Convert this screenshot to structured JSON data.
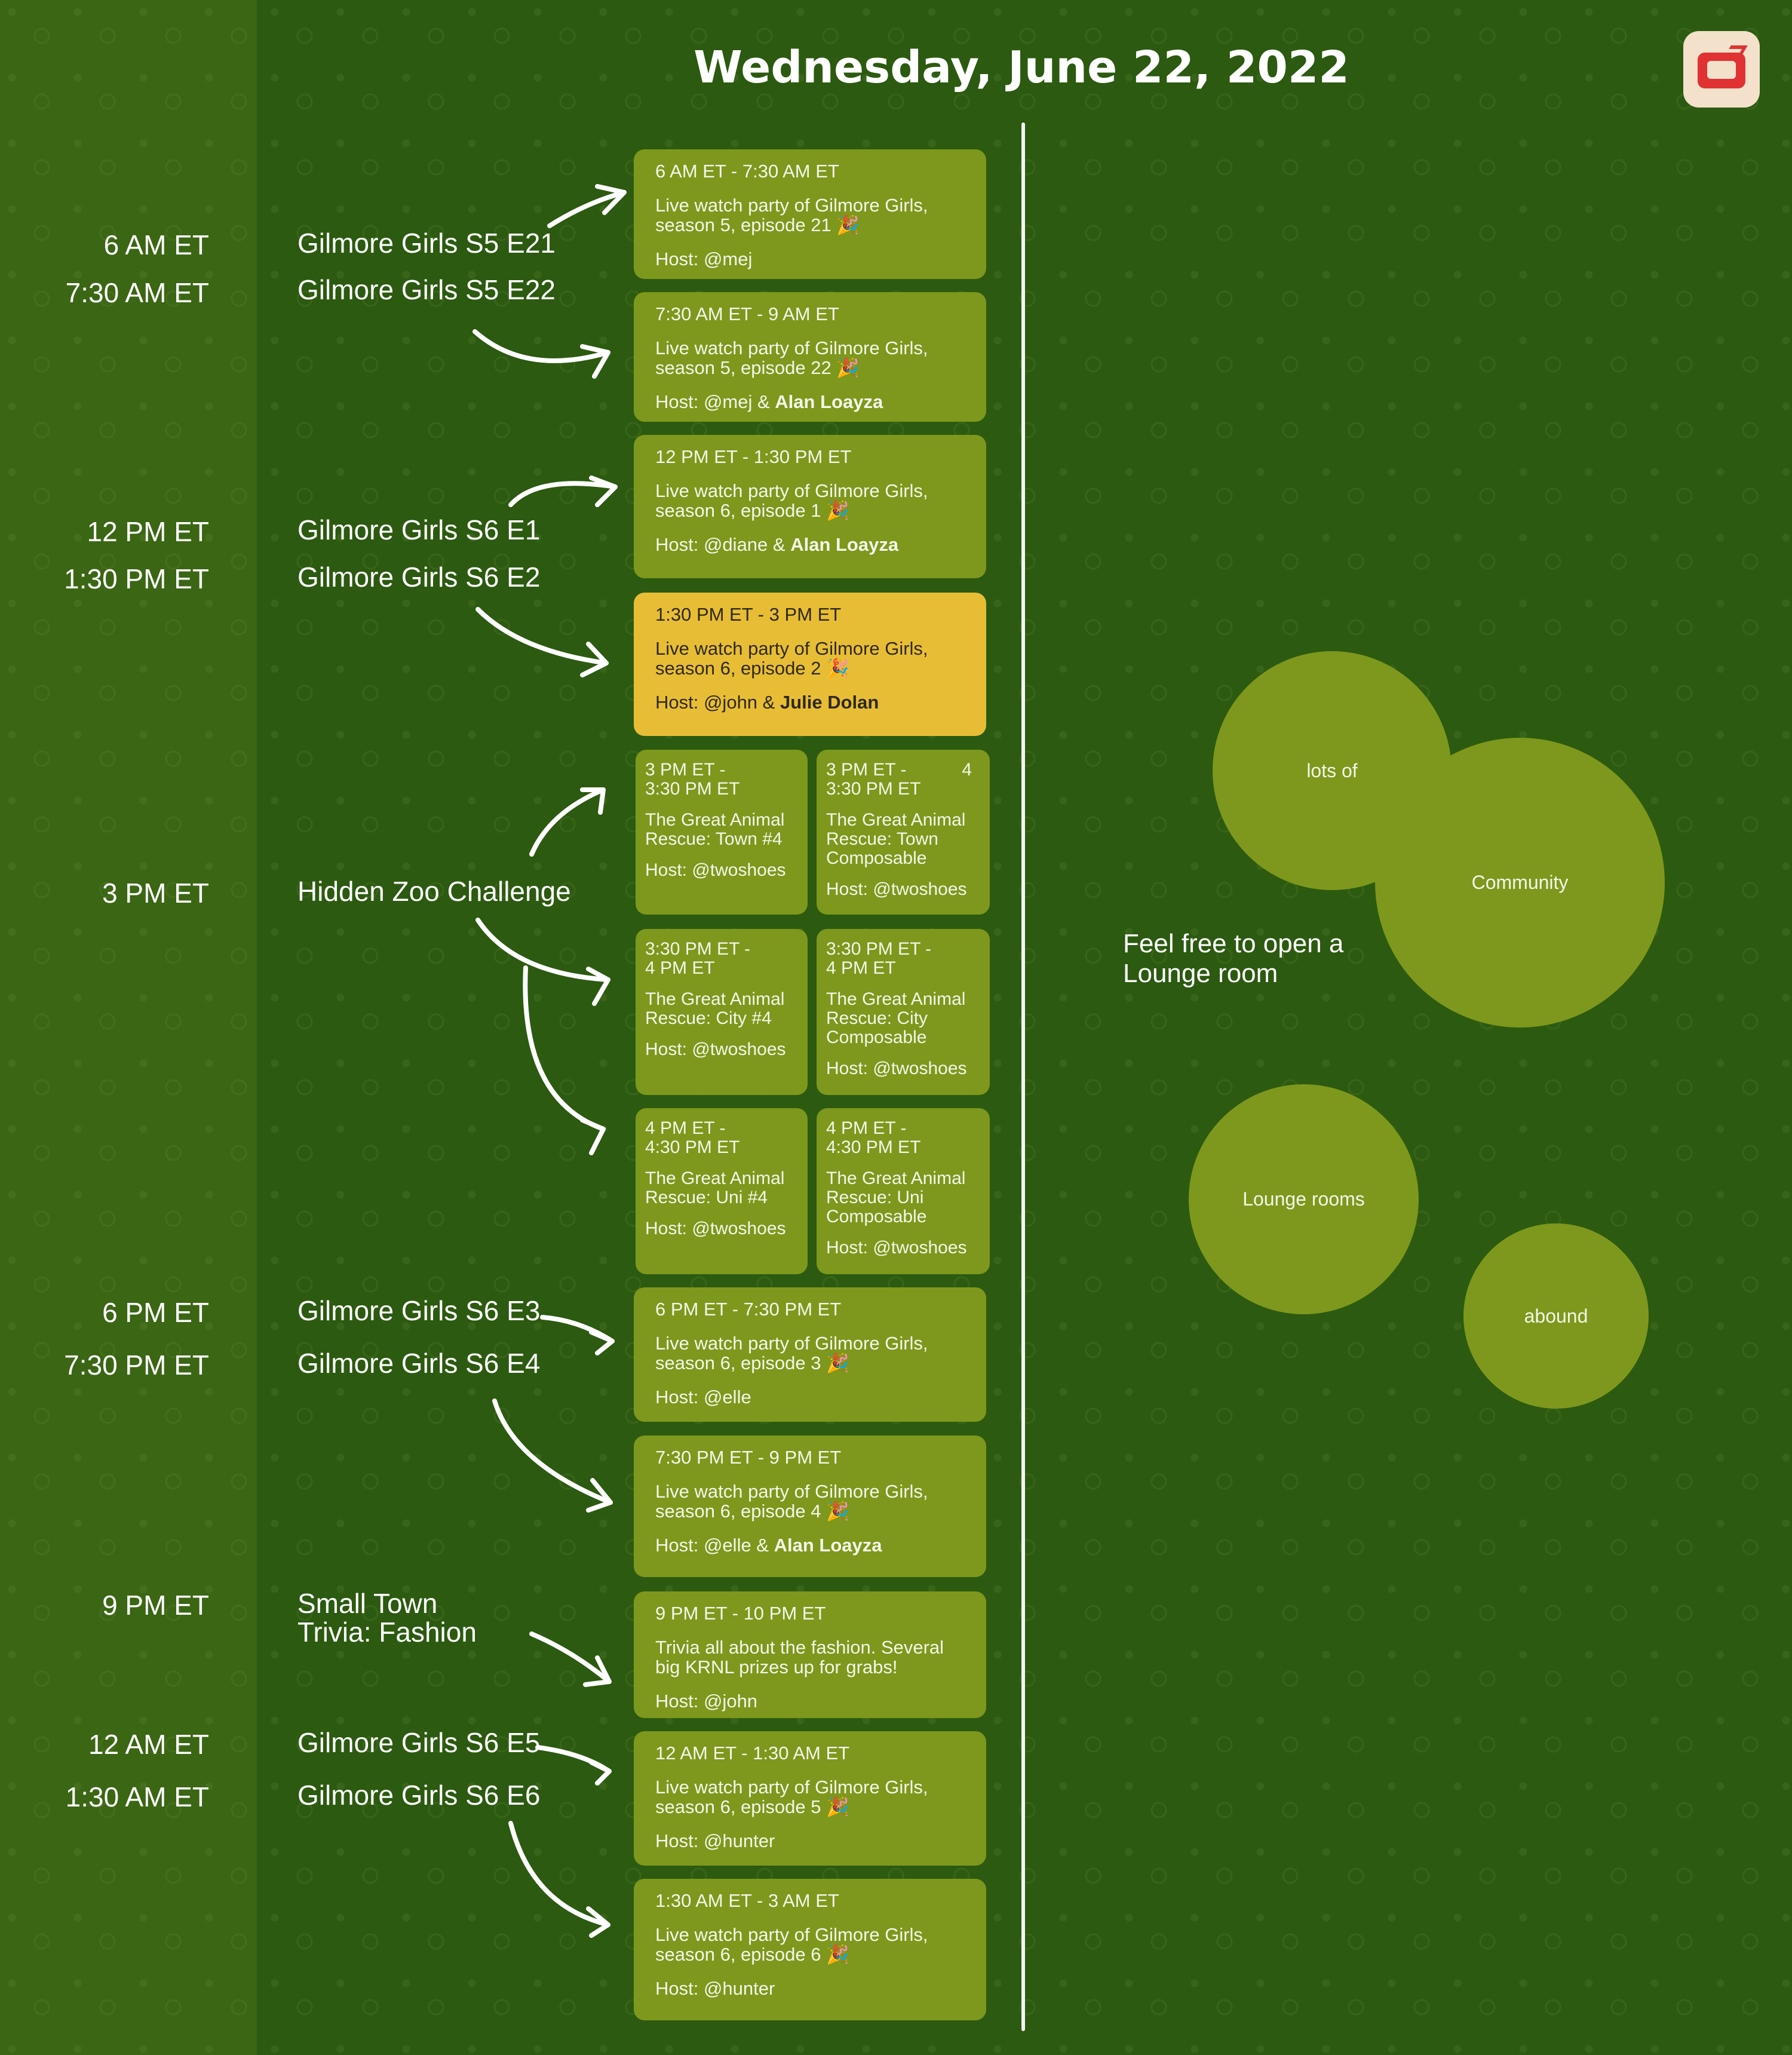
{
  "header": {
    "title": "Wednesday, June 22,  2022"
  },
  "app_icon": {
    "name": "tv-chat-icon",
    "colors": {
      "tile": "#f3e1cc",
      "accent": "#e03232"
    }
  },
  "colors": {
    "background": "#2c5a10",
    "left_band": "#3b6614",
    "card": "#7d981c",
    "highlight_card": "#e8bd36",
    "text": "#ffffff"
  },
  "timeline": [
    {
      "time": "6 AM ET",
      "show": "Gilmore Girls S5 E21"
    },
    {
      "time": "7:30 AM ET",
      "show": "Gilmore Girls S5 E22"
    },
    {
      "time": "12 PM ET",
      "show": "Gilmore Girls S6 E1"
    },
    {
      "time": "1:30 PM ET",
      "show": "Gilmore Girls S6 E2"
    },
    {
      "time": "3 PM ET",
      "show": "Hidden Zoo Challenge"
    },
    {
      "time": "6 PM ET",
      "show": "Gilmore Girls S6 E3"
    },
    {
      "time": "7:30 PM ET",
      "show": "Gilmore Girls S6 E4"
    },
    {
      "time": "9 PM ET",
      "show": "Small Town\nTrivia: Fashion"
    },
    {
      "time": "12 AM ET",
      "show": "Gilmore Girls S6 E5"
    },
    {
      "time": "1:30 AM ET",
      "show": "Gilmore Girls S6 E6"
    }
  ],
  "cards": [
    {
      "time": "6 AM ET - 7:30 AM ET",
      "desc": "Live watch party of Gilmore Girls, season 5, episode 21 🎉",
      "host_prefix": "Host: @mej",
      "host_name": ""
    },
    {
      "time": "7:30 AM ET - 9 AM ET",
      "desc": "Live watch party of Gilmore Girls, season 5, episode 22 🎉",
      "host_prefix": "Host: @mej & ",
      "host_name": "Alan Loayza"
    },
    {
      "time": "12 PM ET - 1:30 PM ET",
      "desc": "Live watch party of Gilmore Girls, season 6, episode 1 🎉",
      "host_prefix": "Host: @diane & ",
      "host_name": "Alan Loayza"
    },
    {
      "time": "1:30 PM ET - 3 PM ET",
      "desc": "Live watch party of Gilmore Girls, season 6, episode 2 🎉",
      "host_prefix": "Host: @john & ",
      "host_name": "Julie Dolan"
    },
    {
      "time": "3 PM ET -\n3:30 PM ET",
      "desc": "The Great Animal Rescue: Town #4",
      "host_prefix": "Host: @twoshoes",
      "host_name": ""
    },
    {
      "time": "3 PM ET -\n3:30 PM ET",
      "desc": "The Great Animal Rescue: Town Composable",
      "host_prefix": "Host: @twoshoes",
      "host_name": "",
      "badge": "4"
    },
    {
      "time": "3:30 PM ET -\n4 PM ET",
      "desc": "The Great Animal Rescue: City #4",
      "host_prefix": "Host: @twoshoes",
      "host_name": ""
    },
    {
      "time": "3:30 PM ET -\n4 PM ET",
      "desc": "The Great Animal Rescue: City Composable",
      "host_prefix": "Host: @twoshoes",
      "host_name": ""
    },
    {
      "time": "4 PM ET -\n4:30 PM ET",
      "desc": "The Great Animal Rescue: Uni #4",
      "host_prefix": "Host: @twoshoes",
      "host_name": ""
    },
    {
      "time": "4 PM ET -\n4:30 PM ET",
      "desc": "The Great Animal Rescue: Uni Composable",
      "host_prefix": "Host: @twoshoes",
      "host_name": ""
    },
    {
      "time": "6 PM ET - 7:30 PM ET",
      "desc": "Live watch party of Gilmore Girls, season 6, episode 3 🎉",
      "host_prefix": "Host: @elle",
      "host_name": ""
    },
    {
      "time": "7:30 PM ET - 9 PM ET",
      "desc": "Live watch party of Gilmore Girls, season 6, episode 4 🎉",
      "host_prefix": "Host: @elle & ",
      "host_name": "Alan Loayza"
    },
    {
      "time": "9 PM ET - 10 PM ET",
      "desc": "Trivia all about the fashion. Several big KRNL prizes up for grabs!",
      "host_prefix": "Host: @john",
      "host_name": ""
    },
    {
      "time": "12 AM ET - 1:30 AM ET",
      "desc": "Live watch party of Gilmore Girls, season 6, episode 5 🎉",
      "host_prefix": "Host: @hunter",
      "host_name": ""
    },
    {
      "time": "1:30 AM ET - 3 AM ET",
      "desc": "Live watch party of Gilmore Girls, season 6, episode 6 🎉",
      "host_prefix": "Host: @hunter",
      "host_name": ""
    }
  ],
  "lounge": {
    "caption": "Feel free to open a Lounge room",
    "bubbles": [
      "lots of",
      "Community",
      "Lounge rooms",
      "abound"
    ]
  }
}
